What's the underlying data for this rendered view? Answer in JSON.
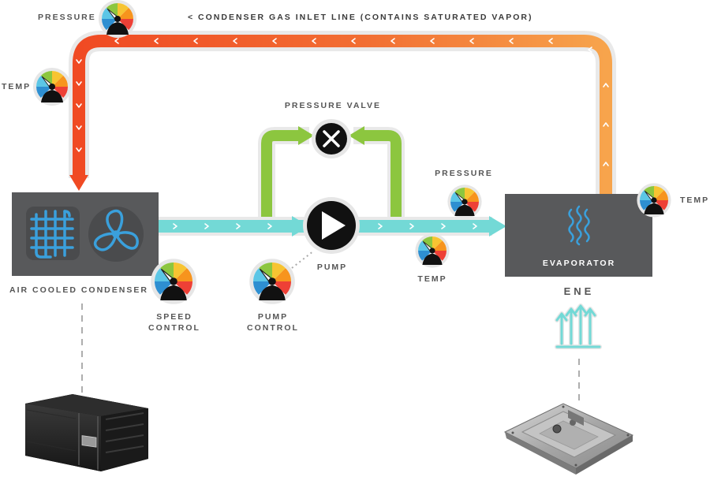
{
  "labels": {
    "gas_inlet": "< CONDENSER GAS INLET LINE (CONTAINS SATURATED VAPOR)",
    "pressure_top": "PRESSURE",
    "temp_left": "TEMP",
    "pressure_valve": "PRESSURE VALVE",
    "pressure_right": "PRESSURE",
    "temp_right": "TEMP",
    "temp_evap": "TEMP",
    "condenser": "AIR COOLED CONDENSER",
    "speed_control_1": "SPEED",
    "speed_control_2": "CONTROL",
    "pump": "PUMP",
    "pump_control_1": "PUMP",
    "pump_control_2": "CONTROL",
    "evaporator": "EVAPORATOR",
    "ene": "ENE"
  },
  "colors": {
    "gas_line_start": "#f04a23",
    "gas_line_end": "#f7a44c",
    "liquid_line": "#73d9d6",
    "bypass_line": "#8cc63f",
    "box_fill": "#58595b",
    "icon_blue": "#3aa0dc"
  },
  "icons": {
    "gauge": "gauge-icon",
    "valve": "close-x-icon",
    "pump": "play-icon",
    "condenser_coil": "coil-grid-icon",
    "fan": "fan-icon",
    "heat": "heat-waves-icon",
    "heat_rising": "heat-arrows-icon"
  }
}
